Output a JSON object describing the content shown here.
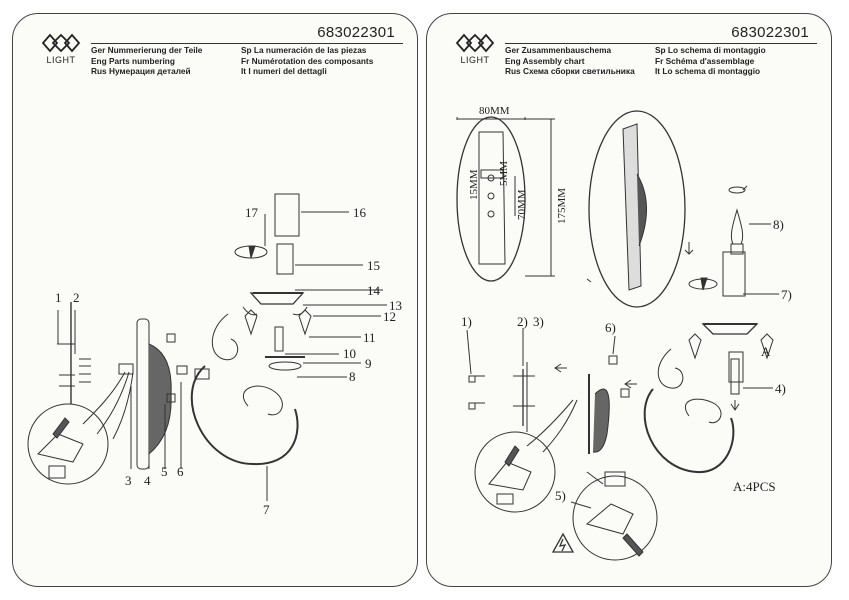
{
  "left_page": {
    "brand": "LIGHT",
    "model": "683022301",
    "header_rows": [
      {
        "c1": "Ger  Nummerierung der Teile",
        "c2": "Sp  La numeración de las piezas"
      },
      {
        "c1": "Eng  Parts numbering",
        "c2": "Fr   Numérotation des composants"
      },
      {
        "c1": "Rus  Нумерация деталей",
        "c2": "It   I numeri del dettagli"
      }
    ],
    "parts": {
      "p1": "1",
      "p2": "2",
      "p3": "3",
      "p4": "4",
      "p5": "5",
      "p6": "6",
      "p7": "7",
      "p8": "8",
      "p9": "9",
      "p10": "10",
      "p11": "11",
      "p12": "12",
      "p13": "13",
      "p14": "14",
      "p15": "15",
      "p16": "16",
      "p17": "17"
    }
  },
  "right_page": {
    "brand": "LIGHT",
    "model": "683022301",
    "header_rows": [
      {
        "c1": "Ger  Zusammenbauschema",
        "c2": "Sp  Lo schema di montaggio"
      },
      {
        "c1": "Eng  Assembly chart",
        "c2": "Fr   Schéma d'assemblage"
      },
      {
        "c1": "Rus  Схема сборки светильника",
        "c2": "It   Lo schema di montaggio"
      }
    ],
    "dimensions": {
      "width": "80MM",
      "hole1": "15MM",
      "hole2": "5MM",
      "center": "70MM",
      "height": "175MM"
    },
    "steps": {
      "s1": "1)",
      "s2": "2)",
      "s3": "3)",
      "s4": "4)",
      "s5": "5)",
      "s6": "6)",
      "s7": "7)",
      "s8": "8)"
    },
    "marker_a": "A",
    "note": "A:4PCS"
  }
}
